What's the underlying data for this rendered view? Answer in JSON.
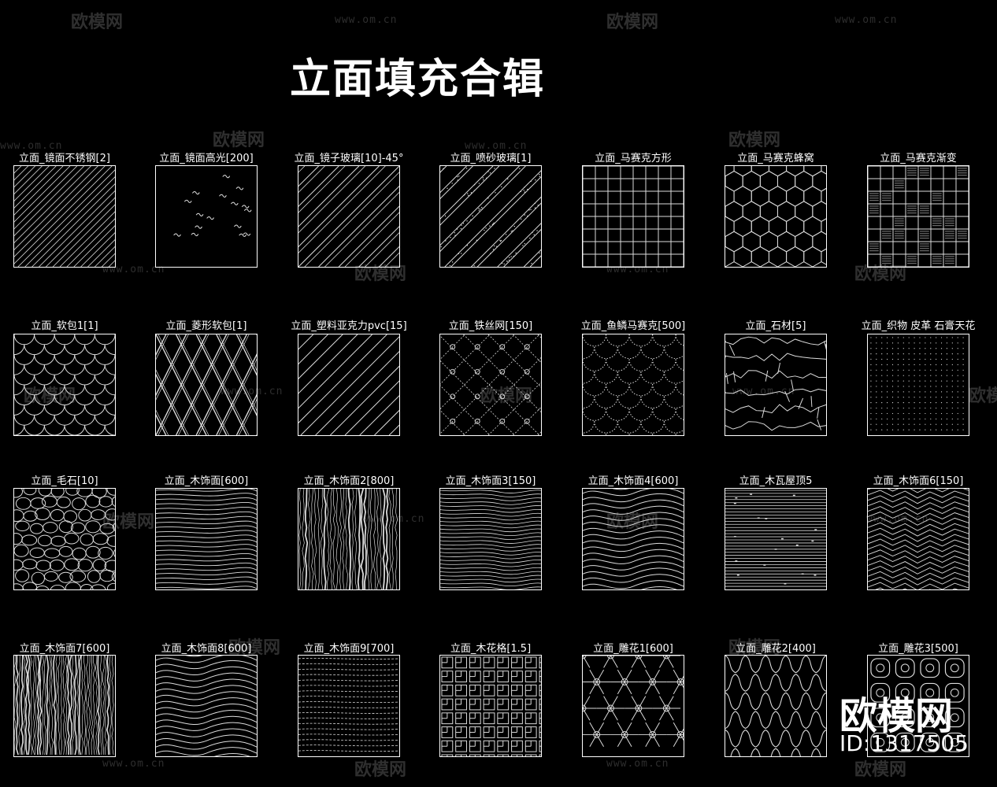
{
  "page": {
    "title": "立面填充合辑"
  },
  "watermark": {
    "brand": "欧模网",
    "url": "www.om.cn"
  },
  "footer": {
    "brand": "欧模网",
    "id": "ID:1317505"
  },
  "tiles": [
    {
      "label": "立面_镜面不锈钢[2]",
      "pattern": "mirror-steel"
    },
    {
      "label": "立面_镜面高光[200]",
      "pattern": "glossy-dots"
    },
    {
      "label": "立面_镜子玻璃[10]-45°",
      "pattern": "mirror-glass"
    },
    {
      "label": "立面_喷砂玻璃[1]",
      "pattern": "frosted-glass"
    },
    {
      "label": "立面_马赛克方形",
      "pattern": "square-grid"
    },
    {
      "label": "立面_马赛克蜂窝",
      "pattern": "honeycomb"
    },
    {
      "label": "立面_马赛克渐变",
      "pattern": "checker-gradient"
    },
    {
      "label": "立面_软包1[1]",
      "pattern": "fish-scale"
    },
    {
      "label": "立面_菱形软包[1]",
      "pattern": "diamond"
    },
    {
      "label": "立面_塑料亚克力pvc[15]",
      "pattern": "diagonal-lines"
    },
    {
      "label": "立面_铁丝网[150]",
      "pattern": "chain-link"
    },
    {
      "label": "立面_鱼鳞马赛克[500]",
      "pattern": "fish-scale-dotted"
    },
    {
      "label": "立面_石材[5]",
      "pattern": "stone"
    },
    {
      "label": "立面_织物 皮革 石膏天花",
      "pattern": "dots"
    },
    {
      "label": "立面_毛石[10]",
      "pattern": "rubble"
    },
    {
      "label": "立面_木饰面[600]",
      "pattern": "wood-wave"
    },
    {
      "label": "立面_木饰面2[800]",
      "pattern": "wood-vertical"
    },
    {
      "label": "立面_木饰面3[150]",
      "pattern": "wood-wave-dense"
    },
    {
      "label": "立面_木饰面4[600]",
      "pattern": "wood-big-wave"
    },
    {
      "label": "立面_木瓦屋顶5",
      "pattern": "shingle"
    },
    {
      "label": "立面_木饰面6[150]",
      "pattern": "wood-zigzag"
    },
    {
      "label": "立面_木饰面7[600]",
      "pattern": "wood-vertical-dense"
    },
    {
      "label": "立面_木饰面8[600]",
      "pattern": "wood-big-wave"
    },
    {
      "label": "立面_木饰面9[700]",
      "pattern": "wood-dotted"
    },
    {
      "label": "立面_木花格[1.5]",
      "pattern": "lattice"
    },
    {
      "label": "立面_雕花1[600]",
      "pattern": "star-flower"
    },
    {
      "label": "立面_雕花2[400]",
      "pattern": "ogee"
    },
    {
      "label": "立面_雕花3[500]",
      "pattern": "chinese-window"
    }
  ]
}
